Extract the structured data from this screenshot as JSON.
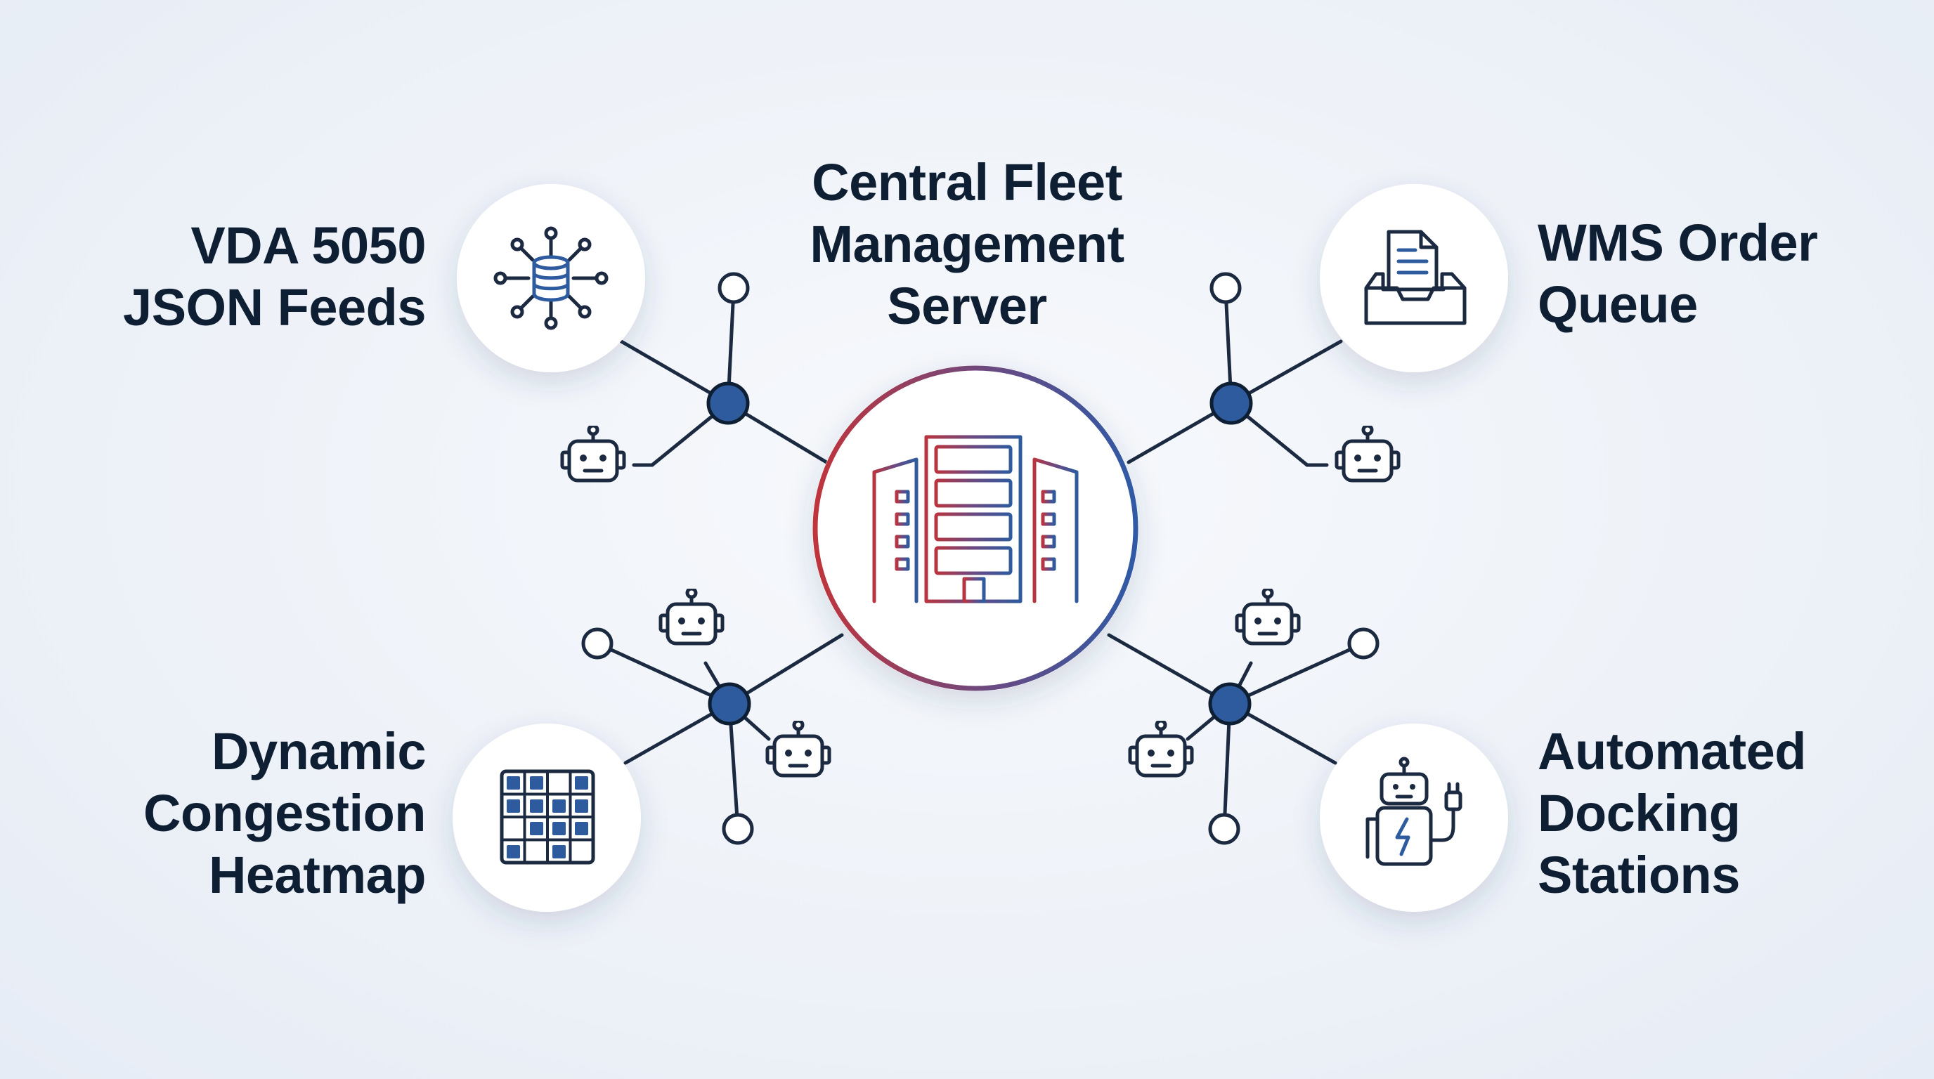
{
  "center": {
    "title_lines": [
      "Central Fleet",
      "Management",
      "Server"
    ],
    "icon": "server-building-icon"
  },
  "nodes": {
    "top_left": {
      "lines": [
        "VDA 5050",
        "JSON Feeds"
      ],
      "icon": "database-network-icon"
    },
    "top_right": {
      "lines": [
        "WMS Order",
        "Queue"
      ],
      "icon": "document-inbox-icon"
    },
    "bottom_left": {
      "lines": [
        "Dynamic",
        "Congestion",
        "Heatmap"
      ],
      "icon": "heatmap-grid-icon"
    },
    "bottom_right": {
      "lines": [
        "Automated",
        "Docking",
        "Stations"
      ],
      "icon": "robot-charging-icon"
    }
  },
  "colors": {
    "ink": "#0f1f33",
    "accent_blue": "#2e5a9e",
    "accent_red": "#b8353f",
    "node_fill": "#ffffff"
  }
}
